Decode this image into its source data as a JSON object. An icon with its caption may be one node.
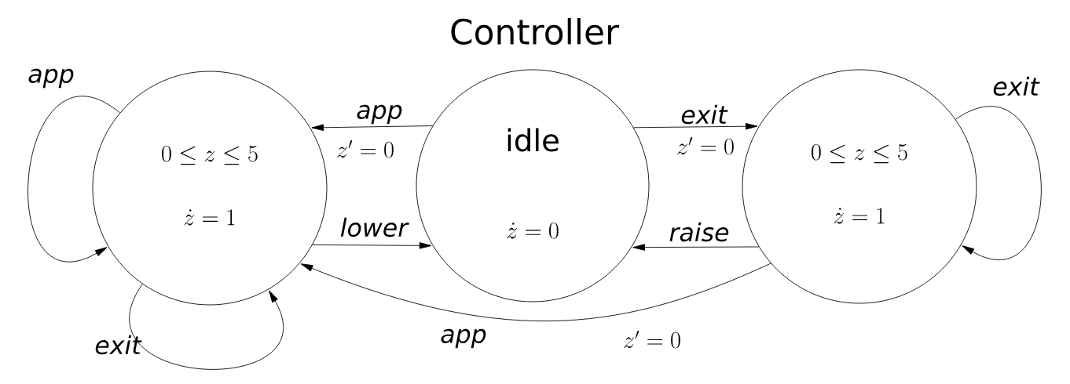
{
  "diagram": {
    "title": "Controller",
    "nodes": [
      {
        "text": [
          "0 \\le z \\le 5",
          "\\dot{z} = 1"
        ]
      },
      {
        "text": [
          "idle",
          "\\dot{z} = 0"
        ]
      },
      {
        "text": [
          "0 \\le z \\le 5",
          "\\dot{z} = 1"
        ]
      }
    ],
    "edges": [
      {
        "from": 0,
        "to": 0,
        "arrow": "to",
        "label": "app"
      },
      {
        "from": 1,
        "to": 0,
        "arrow": "to",
        "label": "app"
      },
      {
        "from": 0,
        "to": 1,
        "arrow": "to",
        "label": "lower"
      },
      {
        "from": 0,
        "to": 0,
        "arrow": "to",
        "label": "exit"
      },
      {
        "from": 1,
        "to": 2,
        "arrow": "to",
        "label": "exit"
      },
      {
        "from": 2,
        "to": 1,
        "arrow": "to",
        "label": "raise"
      },
      {
        "from": 2,
        "to": 0,
        "arrow": "to",
        "label": "app"
      },
      {
        "from": 2,
        "to": 2,
        "arrow": "to",
        "label": "exit"
      }
    ],
    "labels": [
      "z' = 0",
      "z' = 0",
      "z' = 0"
    ]
  }
}
